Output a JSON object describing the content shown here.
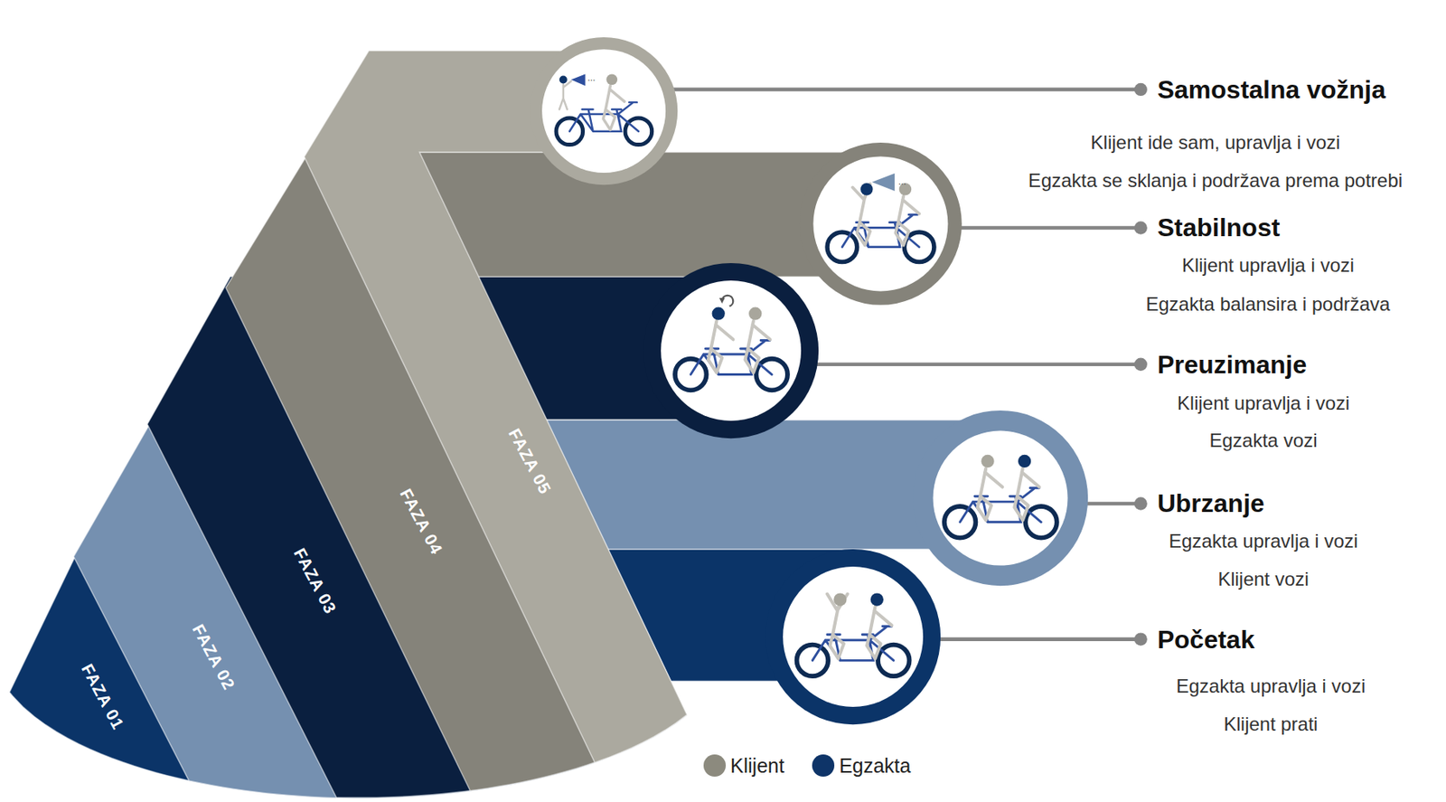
{
  "diagram": {
    "nodes": [
      {
        "text": [
          "FAZA 01"
        ]
      },
      {
        "text": [
          "FAZA 02"
        ]
      },
      {
        "text": [
          "FAZA 03"
        ]
      },
      {
        "text": [
          "FAZA 04"
        ]
      },
      {
        "text": [
          "FAZA 05"
        ]
      },
      {
        "text": [
          "Samostalna vožnja",
          "Klijent ide sam, upravlja i vozi",
          "Egzakta se sklanja i podržava prema potrebi"
        ]
      },
      {
        "text": [
          "Stabilnost",
          "Klijent upravlja i vozi",
          "Egzakta balansira i podržava"
        ]
      },
      {
        "text": [
          "Preuzimanje",
          "Klijent upravlja i vozi",
          "Egzakta vozi"
        ]
      },
      {
        "text": [
          "Ubrzanje",
          "Egzakta upravlja i vozi",
          "Klijent vozi"
        ]
      },
      {
        "text": [
          "Početak",
          "Egzakta upravlja i vozi",
          "Klijent prati"
        ]
      }
    ],
    "labels": [
      "...",
      "..."
    ],
    "legend": [
      {
        "text": "Klijent",
        "color": "#8c8a7e"
      },
      {
        "text": "Egzakta",
        "color": "#0e3468"
      }
    ]
  }
}
